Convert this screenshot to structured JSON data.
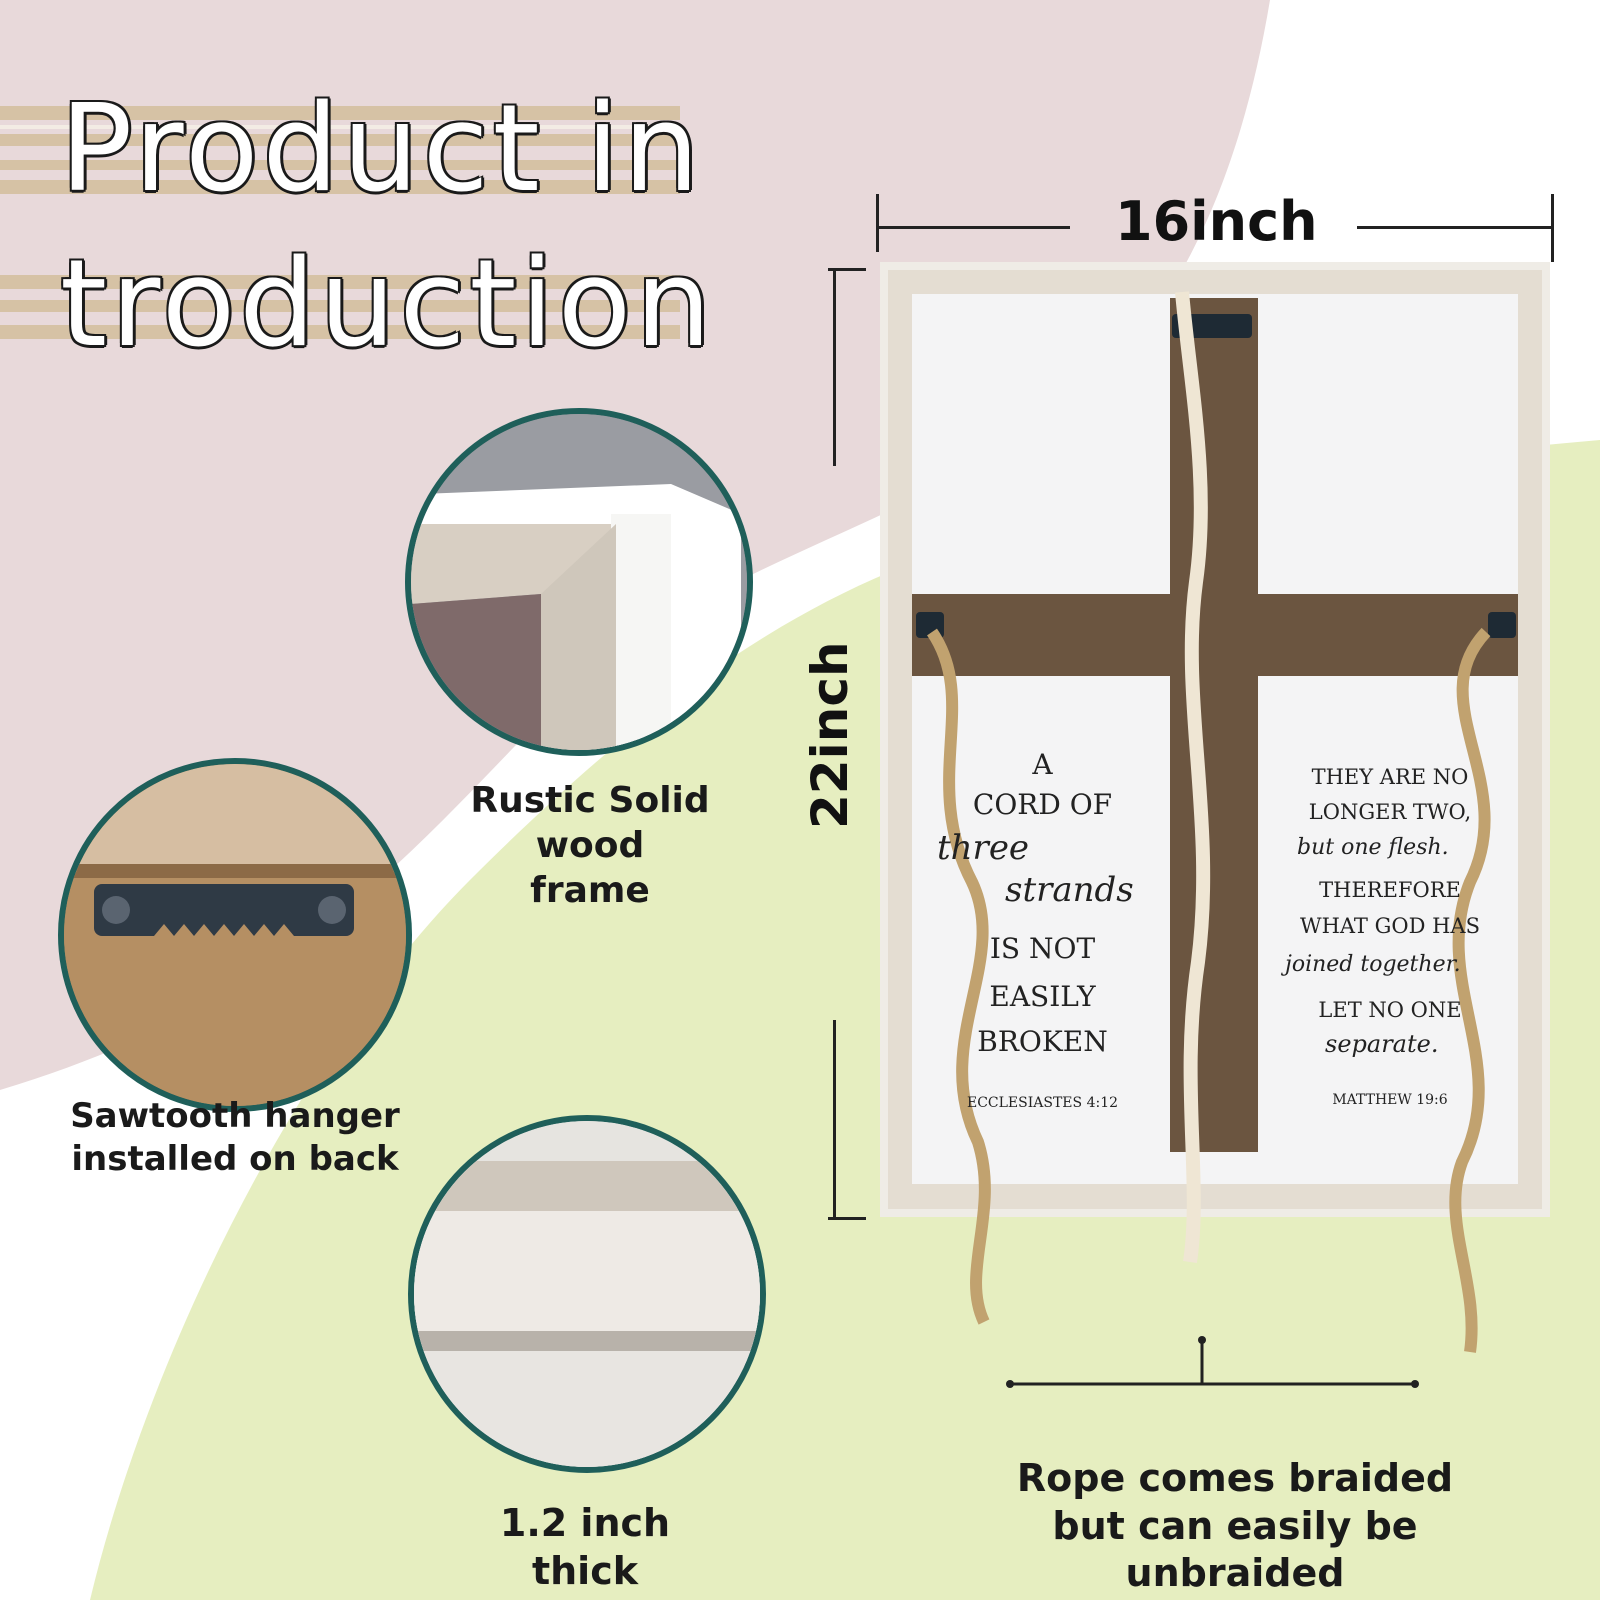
{
  "title": {
    "line1": "Product in",
    "line2": "troduction"
  },
  "colors": {
    "pink": "#e8d9da",
    "green": "#e6eec0",
    "teal_ring": "#1f5f5a",
    "stripe_tan": "#d6c2a5",
    "cross_brown": "#6b5540",
    "frame_white": "#efece6"
  },
  "features": {
    "frame": "Rustic Solid\nwood frame",
    "hanger": "Sawtooth hanger\ninstalled on back",
    "thickness": "1.2 inch thick",
    "rope": "Rope comes braided\nbut can easily be unbraided"
  },
  "dimensions": {
    "width": "16inch",
    "height": "22inch"
  },
  "sign": {
    "left_panel": {
      "line1": "A",
      "line2": "CORD OF",
      "script1": "three",
      "script2": "strands",
      "line3": "IS NOT",
      "line4": "EASILY",
      "line5": "BROKEN",
      "reference": "ECCLESIASTES 4:12"
    },
    "right_panel": {
      "line1": "THEY ARE NO",
      "line2": "LONGER TWO,",
      "script1": "but one flesh.",
      "line3": "THEREFORE",
      "line4": "WHAT GOD HAS",
      "script2": "joined together.",
      "line5": "LET NO ONE",
      "script3": "separate.",
      "reference": "MATTHEW 19:6"
    }
  }
}
